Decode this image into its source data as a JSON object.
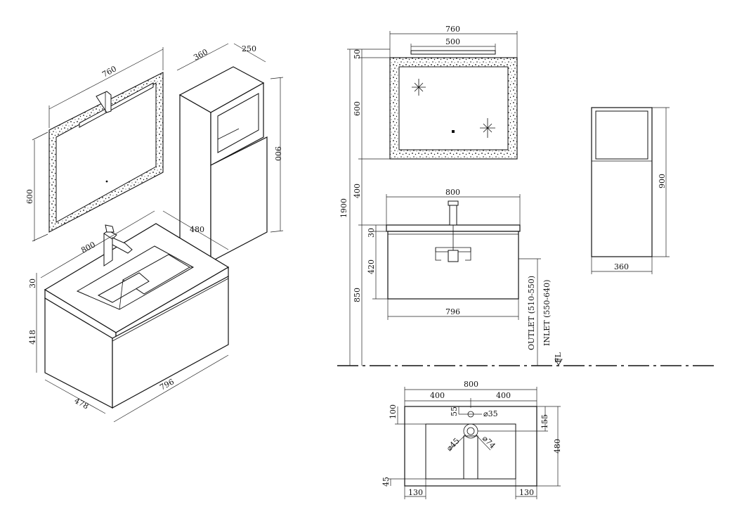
{
  "iso_view": {
    "mirror_width": "760",
    "mirror_height": "600",
    "cabinet_width": "360",
    "cabinet_depth": "250",
    "cabinet_height": "900",
    "basin_width": "800",
    "basin_depth": "480",
    "top_thickness": "30",
    "drawer_height": "418",
    "vanity_depth": "478",
    "vanity_width": "796"
  },
  "front_view": {
    "mirror_width": "760",
    "light_width": "500",
    "light_offset": "50",
    "mirror_height": "600",
    "gap_height": "400",
    "overall_height": "1900",
    "top_thickness": "30",
    "drawer_height": "420",
    "floor_to_top": "850",
    "basin_width": "800",
    "cabinet_width": "796",
    "outlet_label": "OUTLET (510-550)",
    "inlet_label": "INLET (550-640)",
    "floor_label": "FL"
  },
  "side_view": {
    "height": "900",
    "width": "360"
  },
  "plan_view": {
    "overall_width": "800",
    "half_left": "400",
    "half_right": "400",
    "back_offset": "100",
    "tap_offset": "55",
    "tap_hole": "⌀35",
    "drain_hole": "⌀45",
    "drain_ring": "⌀74",
    "right_offset": "155",
    "depth": "480",
    "front_offset": "45",
    "left_margin": "130",
    "right_margin": "130"
  }
}
